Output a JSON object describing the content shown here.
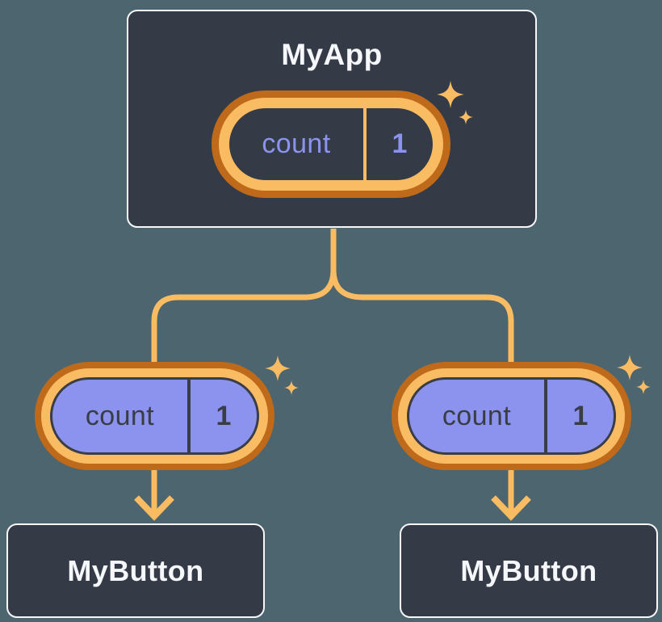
{
  "colors": {
    "background": "#4C656F",
    "node_bg": "#343B47",
    "node_border": "#F6F7F9",
    "orange_light": "#FABC63",
    "orange_dark": "#BE6A1A",
    "purple": "#8B93EE",
    "text_dark": "#3A3D46",
    "text_light": "#F5F7FA"
  },
  "tree": {
    "root": {
      "label": "MyApp",
      "state_pill": {
        "name": "count",
        "value": "1"
      }
    },
    "children": [
      {
        "label": "MyButton",
        "prop_pill": {
          "name": "count",
          "value": "1"
        }
      },
      {
        "label": "MyButton",
        "prop_pill": {
          "name": "count",
          "value": "1"
        }
      }
    ]
  }
}
